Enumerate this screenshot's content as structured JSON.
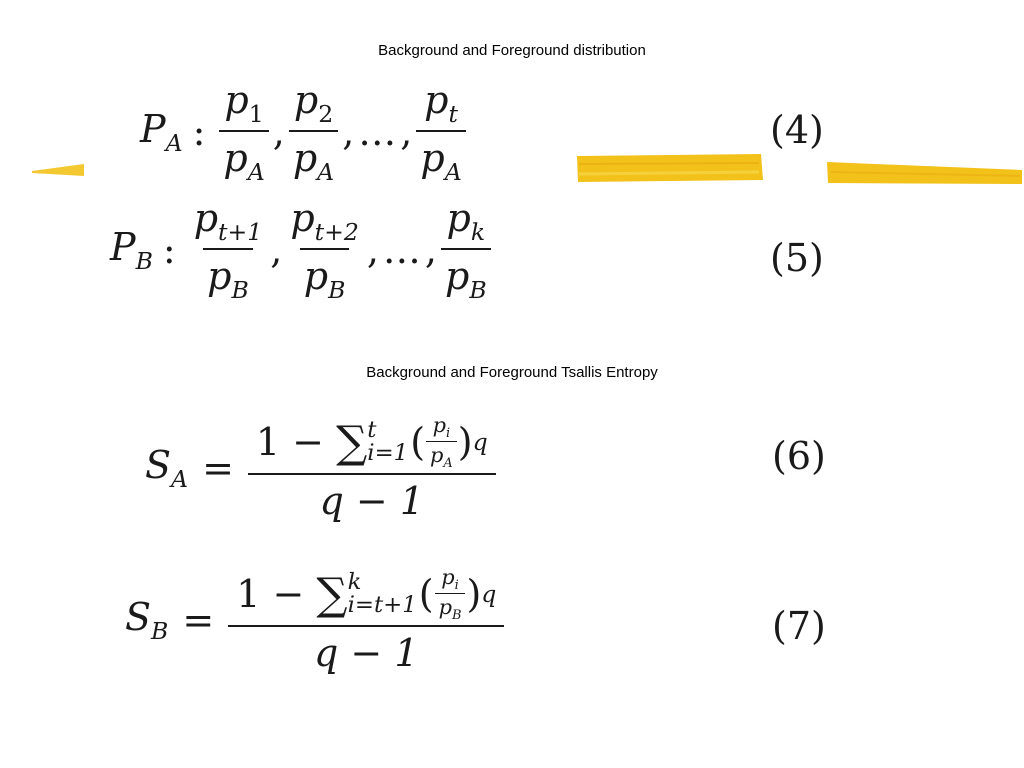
{
  "headings": {
    "distribution": "Background and Foreground distribution",
    "entropy": "Background and Foreground Tsallis Entropy"
  },
  "equations": {
    "eq4": {
      "lhs": "P",
      "lhs_sub": "A",
      "terms": [
        {
          "num": "p",
          "num_sub": "1",
          "den": "p",
          "den_sub": "A"
        },
        {
          "num": "p",
          "num_sub": "2",
          "den": "p",
          "den_sub": "A"
        },
        {
          "num": "p",
          "num_sub": "t",
          "den": "p",
          "den_sub": "A"
        }
      ],
      "number": "(4)"
    },
    "eq5": {
      "lhs": "P",
      "lhs_sub": "B",
      "terms": [
        {
          "num": "p",
          "num_sub": "t+1",
          "den": "p",
          "den_sub": "B"
        },
        {
          "num": "p",
          "num_sub": "t+2",
          "den": "p",
          "den_sub": "B"
        },
        {
          "num": "p",
          "num_sub": "k",
          "den": "p",
          "den_sub": "B"
        }
      ],
      "number": "(5)"
    },
    "eq6": {
      "lhs": "S",
      "lhs_sub": "A",
      "numerator_lead": "1 − ",
      "sum_upper": "t",
      "sum_lower": "i=1",
      "inner_num": "p",
      "inner_num_sub": "i",
      "inner_den": "p",
      "inner_den_sub": "A",
      "exponent": "q",
      "denominator": "q − 1",
      "number": "(6)"
    },
    "eq7": {
      "lhs": "S",
      "lhs_sub": "B",
      "numerator_lead": "1 − ",
      "sum_upper": "k",
      "sum_lower": "i=t+1",
      "inner_num": "p",
      "inner_num_sub": "i",
      "inner_den": "p",
      "inner_den_sub": "B",
      "exponent": "q",
      "denominator": "q − 1",
      "number": "(7)"
    }
  },
  "symbols": {
    "colon": ":",
    "comma": ",",
    "ellipsis": "…",
    "equals": "=",
    "sigma": "∑",
    "lparen": "(",
    "rparen": ")"
  },
  "colors": {
    "highlighter": "#f2c21b",
    "ink": "#1a1a1a"
  }
}
